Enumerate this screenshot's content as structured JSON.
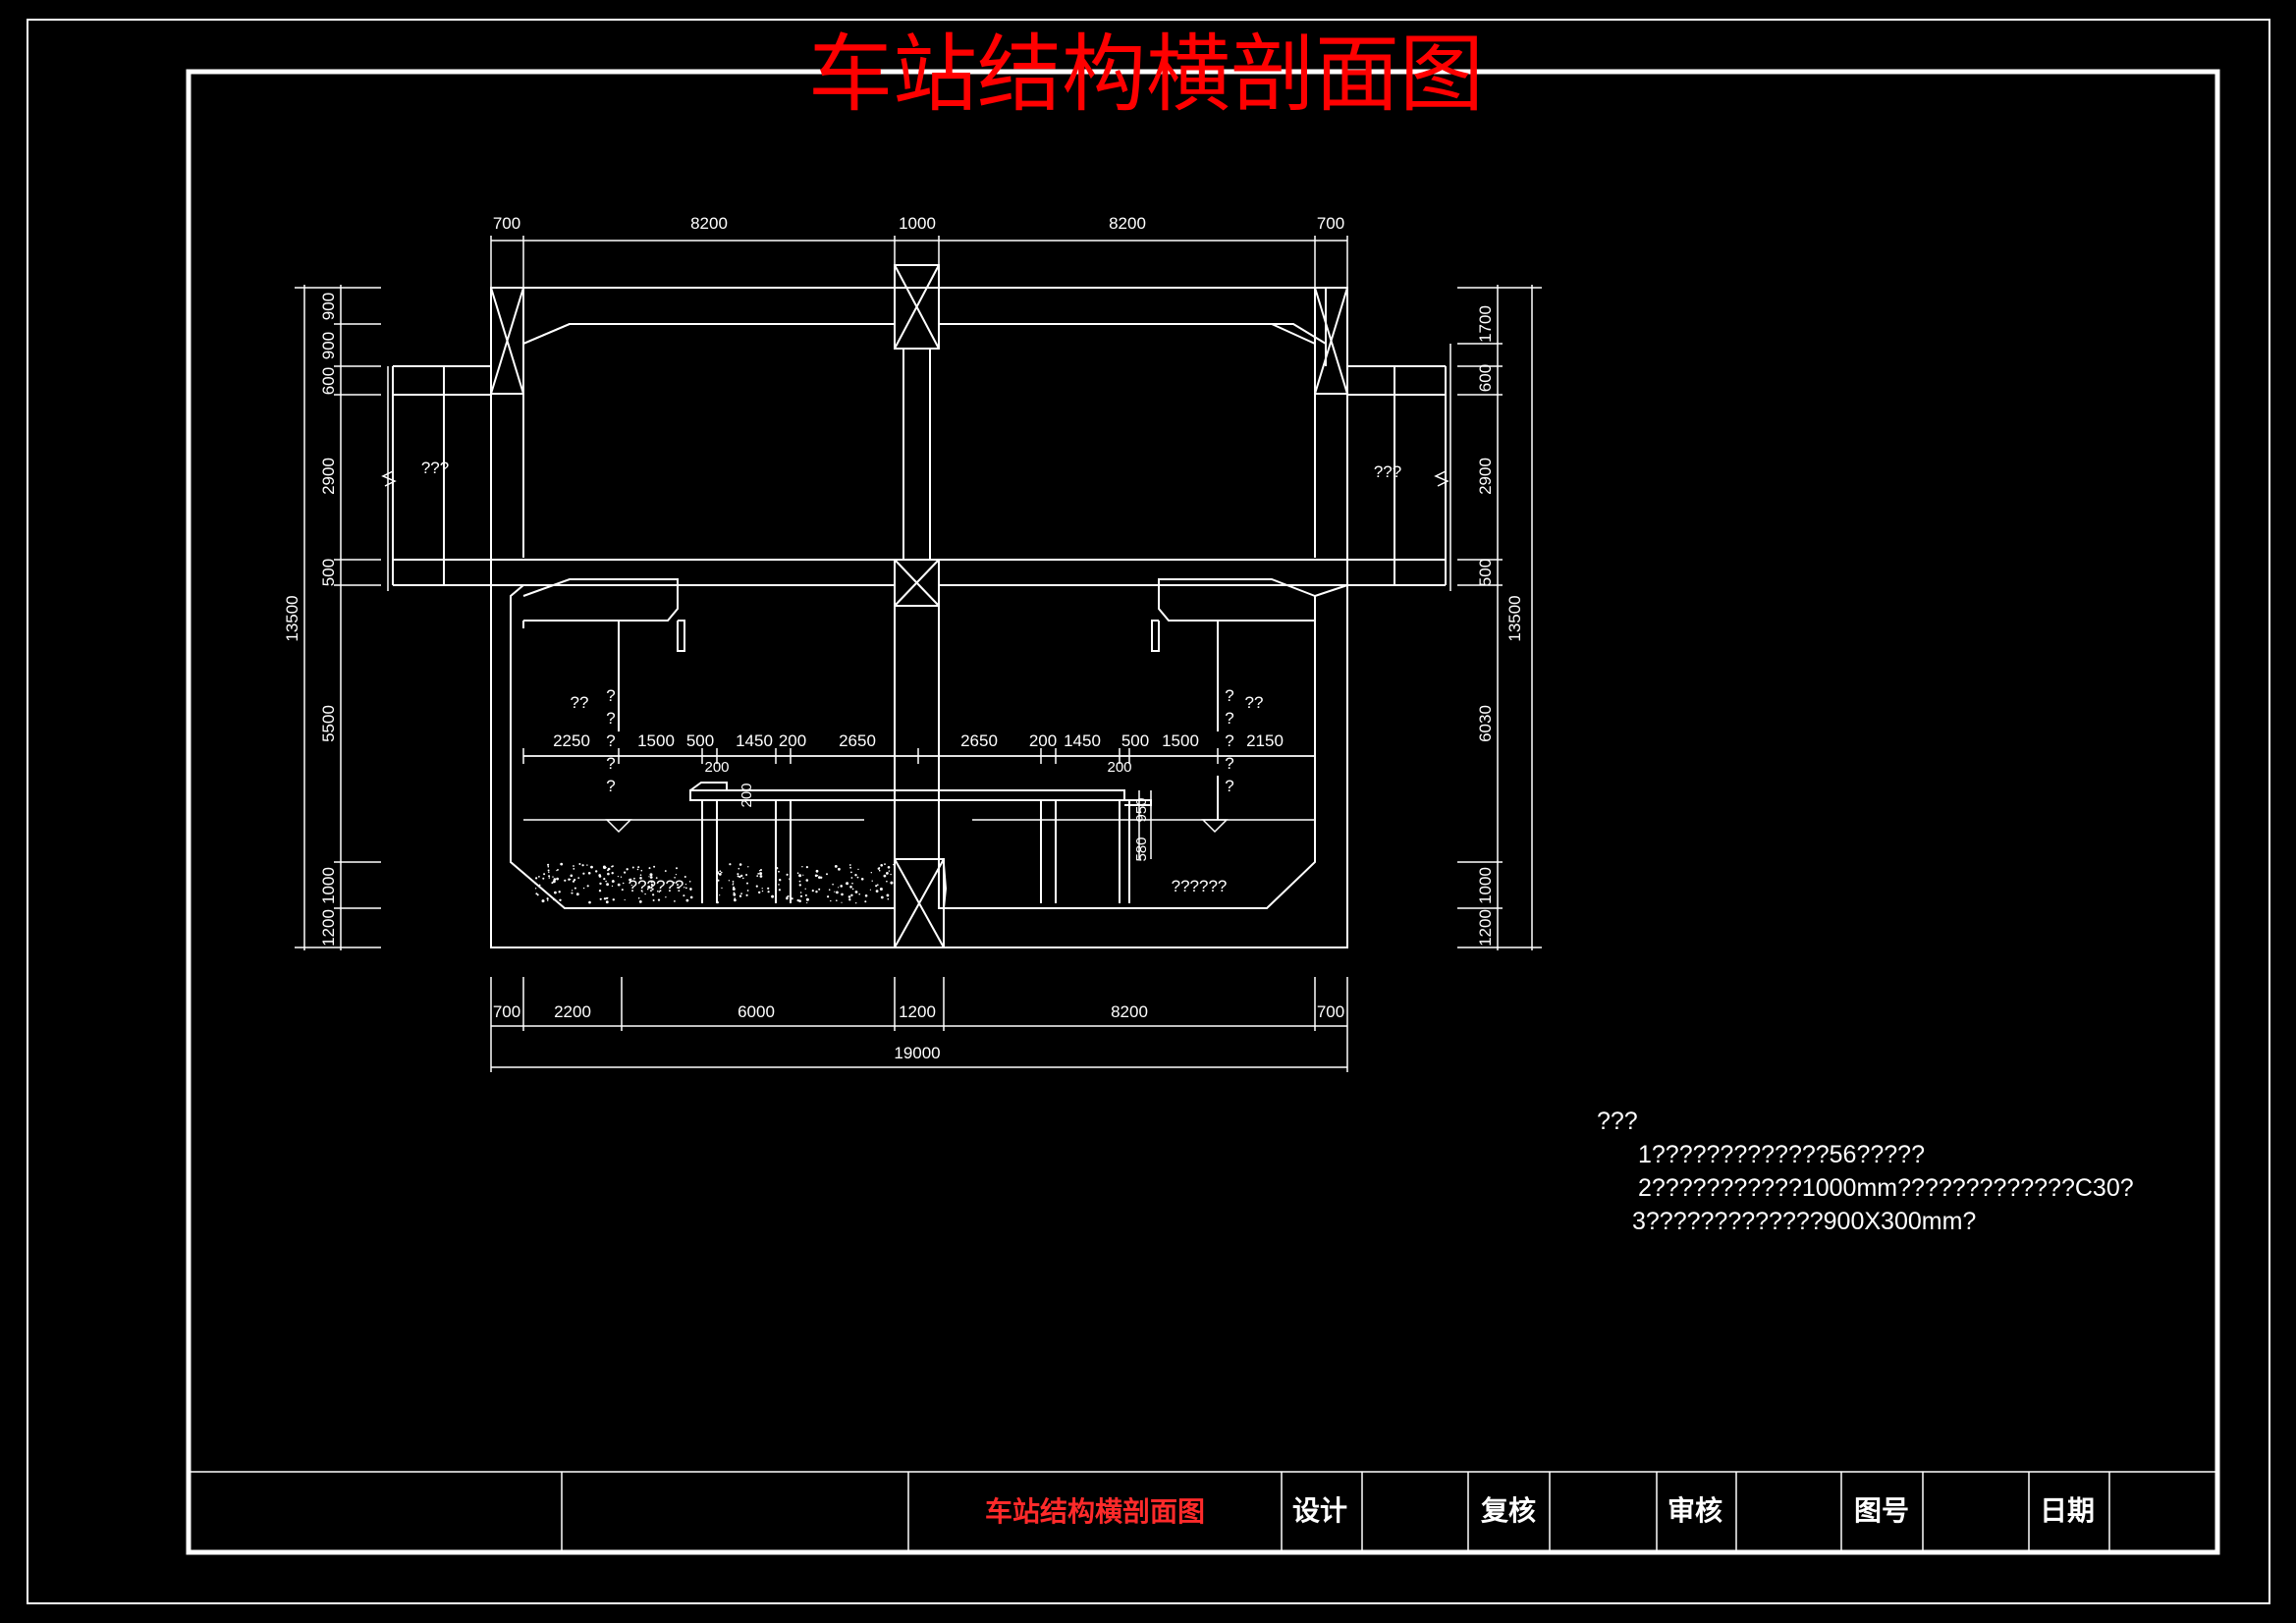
{
  "title": "车站结构横剖面图",
  "colors": {
    "background": "#000000",
    "line": "#ffffff",
    "title": "#ff0000"
  },
  "dims": {
    "top": [
      "700",
      "8200",
      "1000",
      "8200",
      "700"
    ],
    "bottom": [
      "700",
      "2200",
      "6000",
      "1200",
      "8200",
      "700"
    ],
    "total": "19000",
    "left": [
      "900",
      "900",
      "600",
      "2900",
      "500",
      "5500",
      "1000",
      "1200"
    ],
    "left_total": "13500",
    "right": [
      "1700",
      "600",
      "2900",
      "500",
      "6030",
      "1000",
      "1200"
    ],
    "right_total": "13500",
    "inner_left": [
      "2250",
      "1500",
      "500",
      "1450",
      "200",
      "2650"
    ],
    "inner_right": [
      "2650",
      "200",
      "1450",
      "500",
      "1500",
      "2150"
    ],
    "small": [
      "200",
      "200",
      "200",
      "950",
      "580"
    ]
  },
  "labels": {
    "side_left": "???",
    "side_right": "???",
    "platform_left": "??",
    "platform_right": "??",
    "qmark": "?",
    "fill_left": "??????",
    "fill_right": "??????"
  },
  "notes": {
    "heading": "???",
    "lines": [
      "1?????????????56?????",
      "2???????????1000mm?????????????C30?",
      "3?????????????900X300mm?"
    ]
  },
  "title_block": {
    "drawing_name": "车站结构横剖面图",
    "design": "设计",
    "review": "复核",
    "approve": "审核",
    "drawing_no": "图号",
    "date": "日期"
  }
}
